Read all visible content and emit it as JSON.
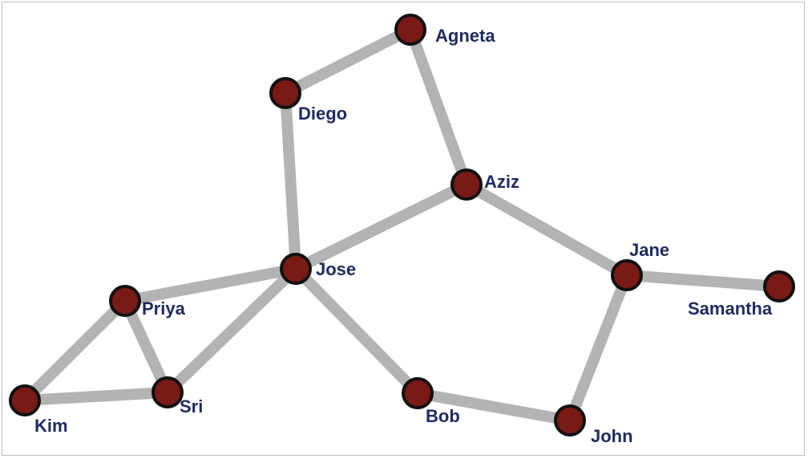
{
  "graph": {
    "colors": {
      "edge": "#b3b3b3",
      "node_fill": "#7a1a14",
      "node_stroke": "#111111",
      "label": "#1f2a5e"
    },
    "nodes": [
      {
        "id": "agneta",
        "label": "Agneta"
      },
      {
        "id": "diego",
        "label": "Diego"
      },
      {
        "id": "aziz",
        "label": "Aziz"
      },
      {
        "id": "jose",
        "label": "Jose"
      },
      {
        "id": "jane",
        "label": "Jane"
      },
      {
        "id": "samantha",
        "label": "Samantha"
      },
      {
        "id": "priya",
        "label": "Priya"
      },
      {
        "id": "sri",
        "label": "Sri"
      },
      {
        "id": "kim",
        "label": "Kim"
      },
      {
        "id": "bob",
        "label": "Bob"
      },
      {
        "id": "john",
        "label": "John"
      }
    ],
    "edges": [
      [
        "agneta",
        "diego"
      ],
      [
        "agneta",
        "aziz"
      ],
      [
        "diego",
        "jose"
      ],
      [
        "aziz",
        "jose"
      ],
      [
        "aziz",
        "jane"
      ],
      [
        "jane",
        "samantha"
      ],
      [
        "jane",
        "john"
      ],
      [
        "jose",
        "priya"
      ],
      [
        "jose",
        "sri"
      ],
      [
        "jose",
        "bob"
      ],
      [
        "priya",
        "sri"
      ],
      [
        "priya",
        "kim"
      ],
      [
        "kim",
        "sri"
      ],
      [
        "bob",
        "john"
      ]
    ]
  }
}
